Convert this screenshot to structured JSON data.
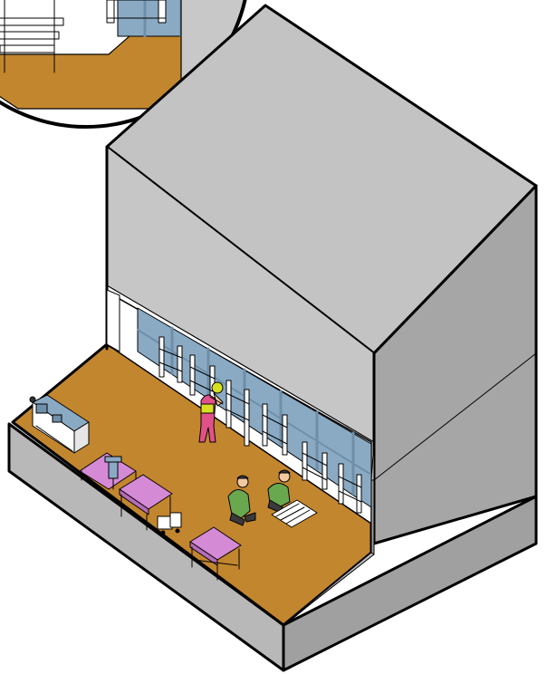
{
  "illustration": {
    "kind": "isometric cutaway of a workshop building",
    "colors": {
      "outline": "#000000",
      "wall_light": "#c8c8c8",
      "wall_front": "#bdbdbd",
      "wall_dark": "#a9a9a9",
      "plinth_top": "#cfcfcf",
      "plinth_side": "#b3b3b3",
      "floor": "#c2862e",
      "window_glass": "#8aaac4",
      "window_frame": "#6f8ea8",
      "table_top": "#d58ad6",
      "shelf_white": "#ffffff",
      "worker_pink": "#e0518a",
      "helmet_yellow": "#d6e021",
      "worker_green": "#6aa84f",
      "skin": "#f1c9a0",
      "dark_clothes": "#3a3a3a"
    },
    "detail_inset": {
      "shape": "circle",
      "position": "top-left"
    },
    "figures": [
      {
        "role": "worker-with-helmet",
        "pose": "standing"
      },
      {
        "role": "worker-green-1",
        "pose": "kneeling"
      },
      {
        "role": "worker-green-2",
        "pose": "kneeling"
      }
    ]
  }
}
